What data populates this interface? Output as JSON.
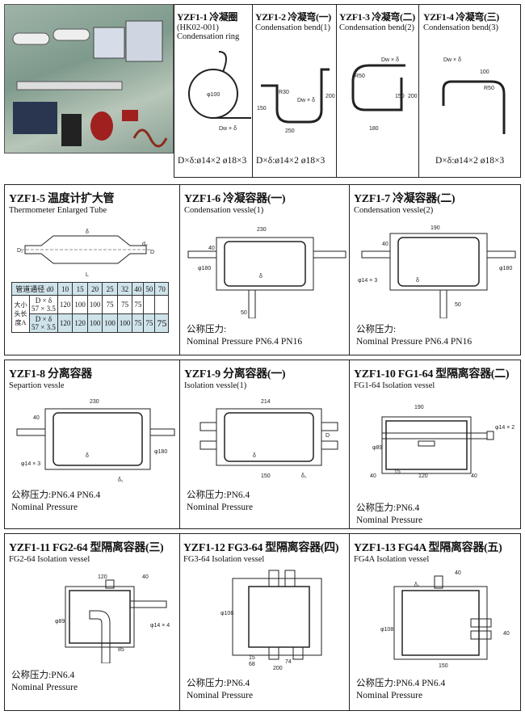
{
  "photo": {
    "alt_items": [
      "fittings",
      "vessels",
      "coils"
    ]
  },
  "top": [
    {
      "code": "YZF1-1 冷凝圈",
      "sub1": "(HK02-001)",
      "sub2": "Condensation ring",
      "dims": [
        "φ100",
        "Dw × δ"
      ],
      "spec": "D×δ:ø14×2  ø18×3"
    },
    {
      "code": "YZF1-2 冷凝弯(一)",
      "sub2": "Condensation bend(1)",
      "dims": [
        "R30",
        "Dw × δ",
        "150",
        "200",
        "250"
      ],
      "spec": "D×δ:ø14×2  ø18×3"
    },
    {
      "code": "YZF1-3 冷凝弯(二)",
      "sub2": "Condensation bend(2)",
      "dims": [
        "Dw × δ",
        "R50",
        "150",
        "180",
        "200"
      ],
      "spec": ""
    },
    {
      "code": "YZF1-4 冷凝弯(三)",
      "sub2": "Condensation bend(3)",
      "dims": [
        "Dw × δ",
        "100",
        "R50"
      ],
      "spec": "D×δ:ø14×2  ø18×3"
    }
  ],
  "yzf5": {
    "code": "YZF1-5 温度计扩大管",
    "sub": "Thermometer Enlarged Tube",
    "dims": [
      "D₁",
      "δ",
      "d₀",
      "D",
      "L"
    ],
    "table": {
      "header": [
        "管道通径 d0",
        "10",
        "15",
        "20",
        "25",
        "32",
        "40",
        "50",
        "70"
      ],
      "row_label": "大小头长度A",
      "rows": [
        {
          "spec1": "D × δ",
          "spec2": "57 × 3.5",
          "values": [
            "120",
            "100",
            "100",
            "75",
            "75",
            "75",
            "",
            ""
          ]
        },
        {
          "spec1": "D × δ",
          "spec2": "57 × 3.5",
          "values": [
            "120",
            "120",
            "100",
            "100",
            "100",
            "75",
            "75",
            "75"
          ]
        }
      ]
    }
  },
  "yzf6": {
    "code": "YZF1-6 冷凝容器(一)",
    "sub": "Condensation vessle(1)",
    "dims": [
      "230",
      "40",
      "φ180",
      "δ",
      "50"
    ],
    "p1": "公称压力:",
    "p2": "Nominal Pressure PN6.4   PN16"
  },
  "yzf7": {
    "code": "YZF1-7 冷凝容器(二)",
    "sub": "Condensation vessle(2)",
    "dims": [
      "190",
      "40",
      "φ180",
      "φ14 × 3",
      "δ",
      "50"
    ],
    "p1": "公称压力:",
    "p2": "Nominal Pressure PN6.4   PN16"
  },
  "yzf8": {
    "code": "YZF1-8 分离容器",
    "sub": "Separtion vessle",
    "dims": [
      "230",
      "40",
      "φ180",
      "φ14 × 3",
      "δ",
      "δ₁"
    ],
    "p1": "公称压力:PN6.4   PN6.4",
    "p2": "Nominal Pressure"
  },
  "yzf9": {
    "code": "YZF1-9 分离容器(一)",
    "sub": "Isolation vessle(1)",
    "dims": [
      "214",
      "D",
      "δ",
      "150",
      "δ₁"
    ],
    "p1": "公称压力:PN6.4",
    "p2": "Nominal Pressure"
  },
  "yzf10": {
    "code": "YZF1-10  FG1-64 型隔离容器(二)",
    "sub": "FG1-64 Isolation vessel",
    "dims": [
      "190",
      "φ14 × 2",
      "φ89",
      "40",
      "15",
      "120",
      "40"
    ],
    "p1": "公称压力:PN6.4",
    "p2": "Nominal Pressure"
  },
  "yzf11": {
    "code": "YZF1-11  FG2-64 型隔离容器(三)",
    "sub": "FG2-64 Isolation vessel",
    "dims": [
      "120",
      "40",
      "φ89",
      "φ14 × 4",
      "85"
    ],
    "p1": "公称压力:PN6.4",
    "p2": "Nominal Pressure"
  },
  "yzf12": {
    "code": "YZF1-12  FG3-64 型隔离容器(四)",
    "sub": "FG3-64 Isolation vessel",
    "dims": [
      "φ108",
      "15",
      "68",
      "74",
      "200"
    ],
    "p1": "公称压力:PN6.4",
    "p2": "Nominal Pressure"
  },
  "yzf13": {
    "code": "YZF1-13  FG4A 型隔离容器(五)",
    "sub": "FG4A Isolation vessel",
    "dims": [
      "40",
      "δ₁",
      "φ108",
      "40",
      "150"
    ],
    "p1": "公称压力:PN6.4   PN6.4",
    "p2": "Nominal Pressure"
  }
}
